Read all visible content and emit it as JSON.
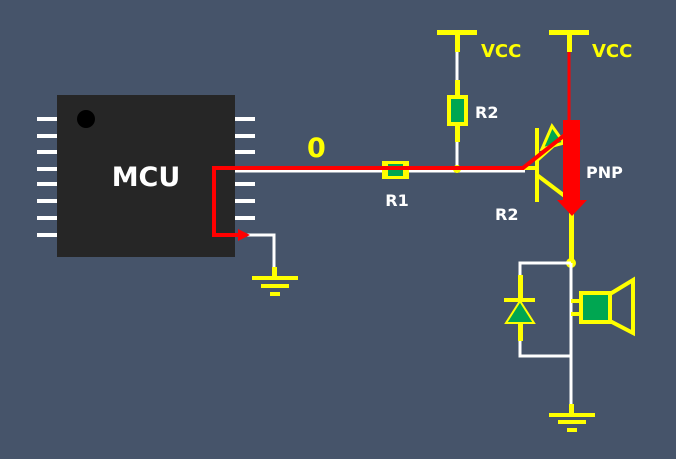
{
  "diagram": {
    "title": "MCU driving PNP transistor speaker circuit",
    "colors": {
      "background": "#46546a",
      "chip": "#262626",
      "wire": "#ffffff",
      "component": "#ffff00",
      "fill": "#00a651",
      "current": "#ff0000",
      "text": "#ffffff"
    },
    "labels": {
      "mcu": "MCU",
      "signal_level": "0",
      "r1": "R1",
      "r2_pullup": "R2",
      "r2_base": "R2",
      "transistor": "PNP",
      "vcc_left": "VCC",
      "vcc_right": "VCC"
    },
    "components": [
      {
        "id": "mcu",
        "type": "microcontroller",
        "label": "MCU",
        "pins_per_side": 8
      },
      {
        "id": "r1",
        "type": "resistor",
        "label": "R1"
      },
      {
        "id": "r2",
        "type": "resistor",
        "label": "R2",
        "connection": "pull-up to VCC"
      },
      {
        "id": "q1",
        "type": "transistor",
        "label": "PNP"
      },
      {
        "id": "d1",
        "type": "diode",
        "connection": "flyback, parallel to speaker"
      },
      {
        "id": "spk",
        "type": "speaker"
      },
      {
        "id": "gnd1",
        "type": "ground"
      },
      {
        "id": "gnd2",
        "type": "ground"
      },
      {
        "id": "vcc1",
        "type": "supply",
        "label": "VCC"
      },
      {
        "id": "vcc2",
        "type": "supply",
        "label": "VCC"
      }
    ]
  }
}
